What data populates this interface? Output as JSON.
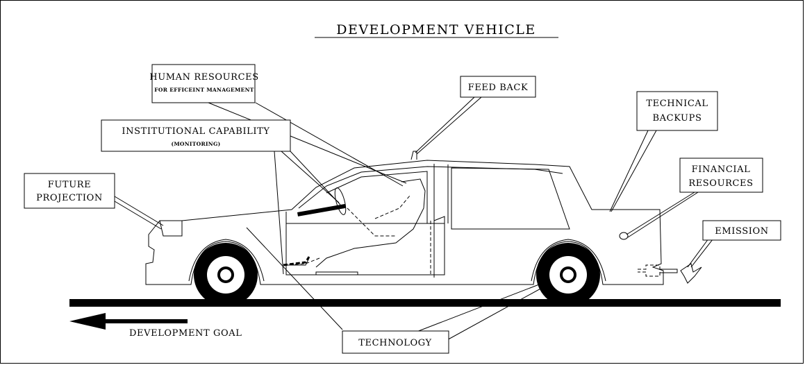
{
  "title": "DEVELOPMENT VEHICLE",
  "labels": {
    "human_resources": "HUMAN RESOURCES",
    "human_resources_sub": "FOR EFFICEINT MANAGEMENT",
    "feed_back": "FEED BACK",
    "technical_1": "TECHNICAL",
    "technical_2": "BACKUPS",
    "institutional": "INSTITUTIONAL CAPABILITY",
    "institutional_sub": "(MONITORING)",
    "financial_1": "FINANCIAL",
    "financial_2": "RESOURCES",
    "future_1": "FUTURE",
    "future_2": "PROJECTION",
    "emission": "EMISSION",
    "technology": "TECHNOLOGY",
    "goal": "DEVELOPMENT GOAL"
  }
}
